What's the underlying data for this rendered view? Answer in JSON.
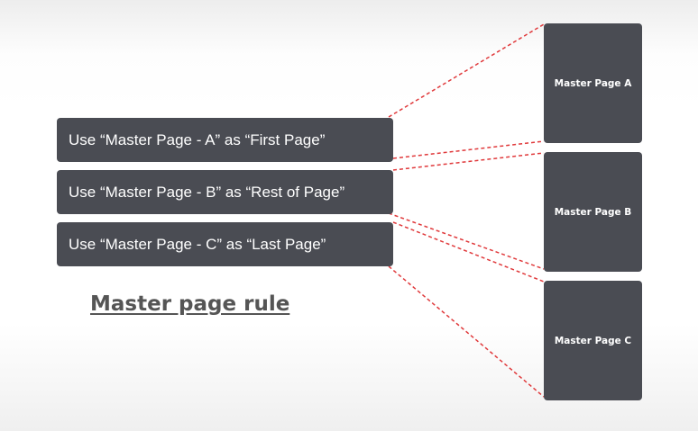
{
  "rules": [
    {
      "label": "Use “Master Page - A” as “First Page”"
    },
    {
      "label": "Use “Master Page - B” as “Rest of Page”"
    },
    {
      "label": "Use “Master Page - C” as “Last Page”"
    }
  ],
  "master_pages": [
    {
      "label": "Master Page A"
    },
    {
      "label": "Master Page B"
    },
    {
      "label": "Master Page C"
    }
  ],
  "title": "Master page rule",
  "colors": {
    "box": "#4a4c53",
    "connector": "#e0393b",
    "title": "#555555"
  }
}
